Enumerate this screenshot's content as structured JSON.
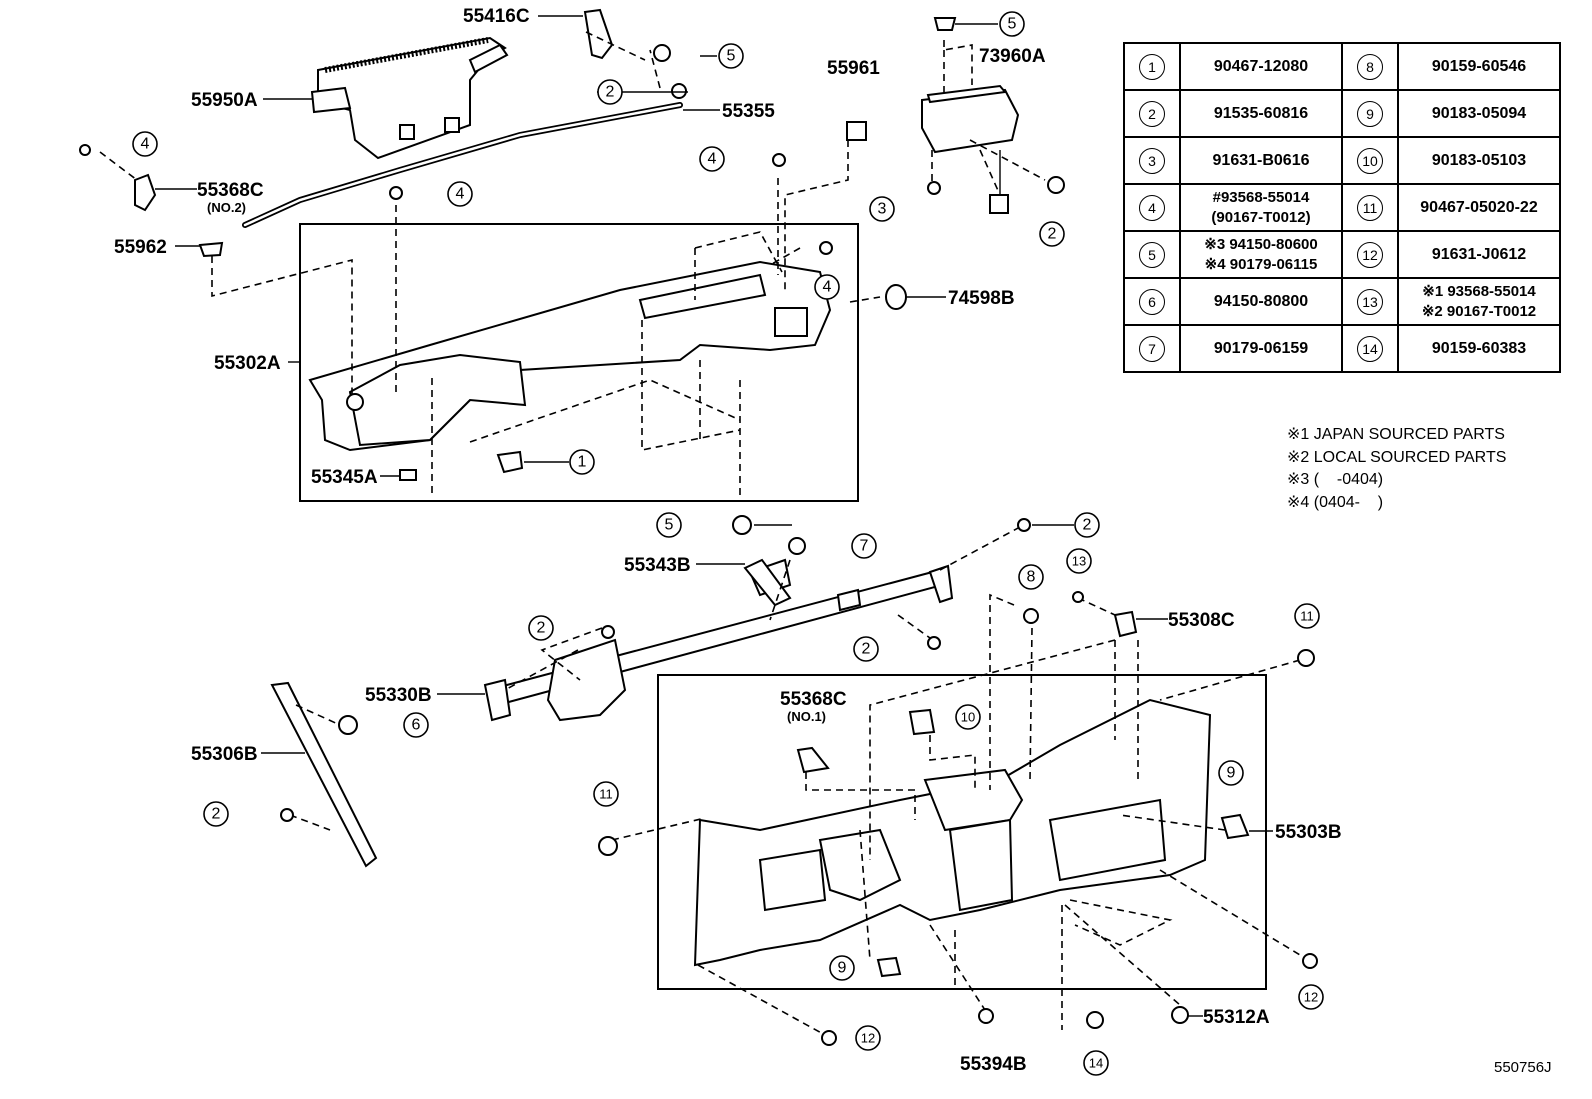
{
  "parts": {
    "p55416C": "55416C",
    "p55950A": "55950A",
    "p55355": "55355",
    "p55368C_no2": "55368C",
    "no2": "(NO.2)",
    "p55962": "55962",
    "p55961": "55961",
    "p73960A": "73960A",
    "p74598B": "74598B",
    "p55302A": "55302A",
    "p55345A": "55345A",
    "p55343B": "55343B",
    "p55308C": "55308C",
    "p55330B": "55330B",
    "p55306B": "55306B",
    "p55368C_no1": "55368C",
    "no1": "(NO.1)",
    "p55303B": "55303B",
    "p55312A": "55312A",
    "p55394B": "55394B"
  },
  "callouts": [
    "1",
    "2",
    "3",
    "4",
    "5",
    "6",
    "7",
    "8",
    "9",
    "10",
    "11",
    "12",
    "13",
    "14"
  ],
  "table": [
    {
      "l_id": "1",
      "l_num": "90467-12080",
      "r_id": "8",
      "r_num": "90159-60546"
    },
    {
      "l_id": "2",
      "l_num": "91535-60816",
      "r_id": "9",
      "r_num": "90183-05094"
    },
    {
      "l_id": "3",
      "l_num": "91631-B0616",
      "r_id": "10",
      "r_num": "90183-05103"
    },
    {
      "l_id": "4",
      "l_num": "#93568-55014",
      "l_num2": "(90167-T0012)",
      "r_id": "11",
      "r_num": "90467-05020-22"
    },
    {
      "l_id": "5",
      "l_num": "※3 94150-80600",
      "l_num2": "※4 90179-06115",
      "r_id": "12",
      "r_num": "91631-J0612"
    },
    {
      "l_id": "6",
      "l_num": "94150-80800",
      "r_id": "13",
      "r_num": "※1 93568-55014",
      "r_num2": "※2 90167-T0012"
    },
    {
      "l_id": "7",
      "l_num": "90179-06159",
      "r_id": "14",
      "r_num": "90159-60383"
    }
  ],
  "notes": [
    "※1 JAPAN SOURCED PARTS",
    "※2 LOCAL SOURCED PARTS",
    "※3 (    -0404)",
    "※4 (0404-    )"
  ],
  "ref": "550756J"
}
